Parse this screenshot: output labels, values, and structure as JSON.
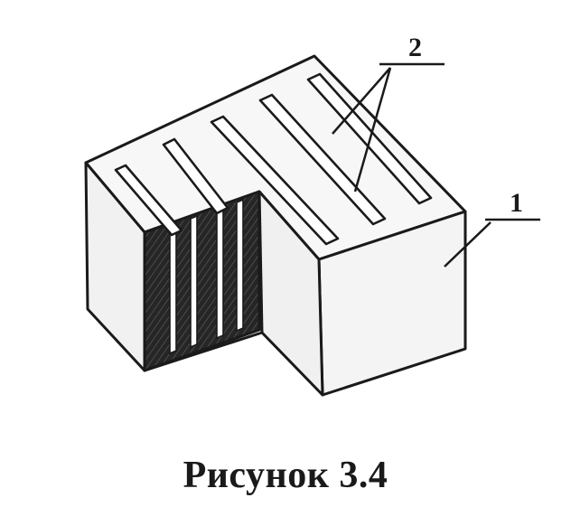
{
  "figure": {
    "caption": "Рисунок 3.4",
    "callouts": [
      {
        "label": "2"
      },
      {
        "label": "1"
      }
    ]
  },
  "colors": {
    "ink": "#1a1a1a",
    "paper": "#ffffff",
    "front_face": "#f4f4f4",
    "top_face": "#f7f7f7",
    "side_face": "#efefef",
    "cut_section": "#2a2a2a"
  }
}
